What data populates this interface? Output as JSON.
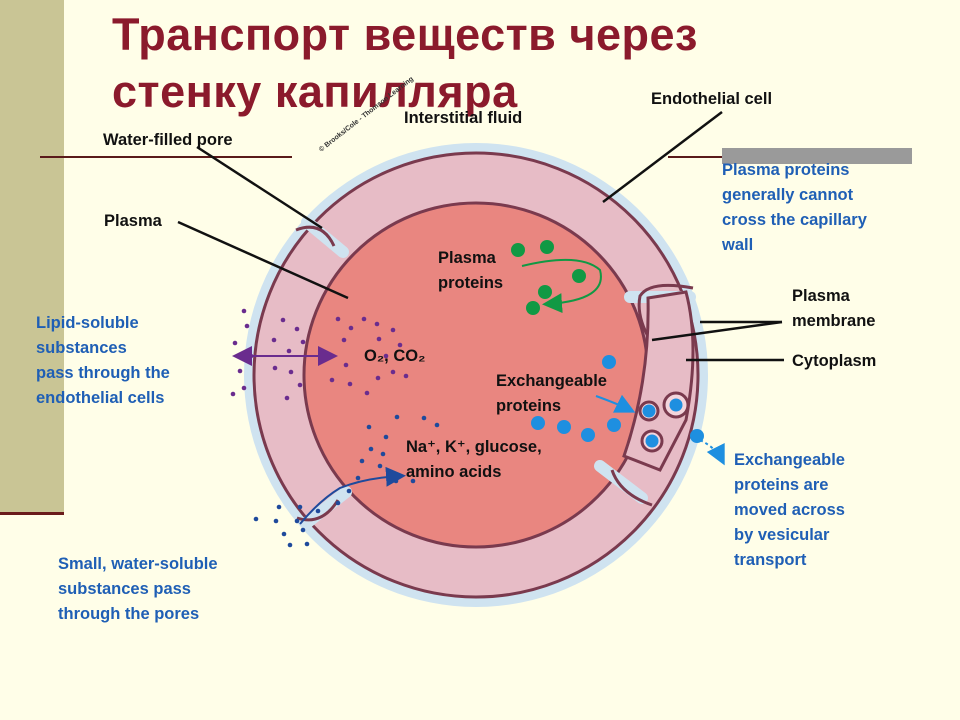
{
  "slide": {
    "title_line1": "Транспорт веществ через",
    "title_line2": "стенку капилляра"
  },
  "colors": {
    "title": "#8b1a2c",
    "plasma": "#e98680",
    "wall": "#e7bcc6",
    "wall_stroke": "#7a3a4e",
    "interstitial": "#cfe3f0",
    "green_dots": "#119944",
    "blue_dots": "#1e8fe0",
    "purple_dots": "#6a2c8e",
    "navy_dots": "#1f4a9c",
    "label_blue": "#1f5fb5"
  },
  "labels": {
    "interstitial_fluid": "Interstitial fluid",
    "endothelial_cell": "Endothelial cell",
    "water_filled_pore": "Water-filled pore",
    "plasma": "Plasma",
    "plasma_proteins": [
      "Plasma",
      "proteins"
    ],
    "plasma_membrane": [
      "Plasma",
      "membrane"
    ],
    "cytoplasm": "Cytoplasm",
    "gases": "O₂, CO₂",
    "exchangeable_proteins": [
      "Exchangeable",
      "proteins"
    ],
    "small_solutes": [
      "Na⁺, K⁺, glucose,",
      "amino acids"
    ],
    "copyright": "© Brooks/Cole - Thomson Learning"
  },
  "notes": {
    "plasma_proteins_cannot_cross": [
      "Plasma proteins",
      "generally cannot",
      "cross the capillary",
      "wall"
    ],
    "lipid_soluble": [
      "Lipid-soluble",
      "substances",
      "pass through the",
      "endothelial cells"
    ],
    "vesicular_transport": [
      "Exchangeable",
      "proteins are",
      "moved across",
      "by vesicular",
      "transport"
    ],
    "water_soluble": [
      "Small, water-soluble",
      "substances pass",
      "through the pores"
    ]
  }
}
